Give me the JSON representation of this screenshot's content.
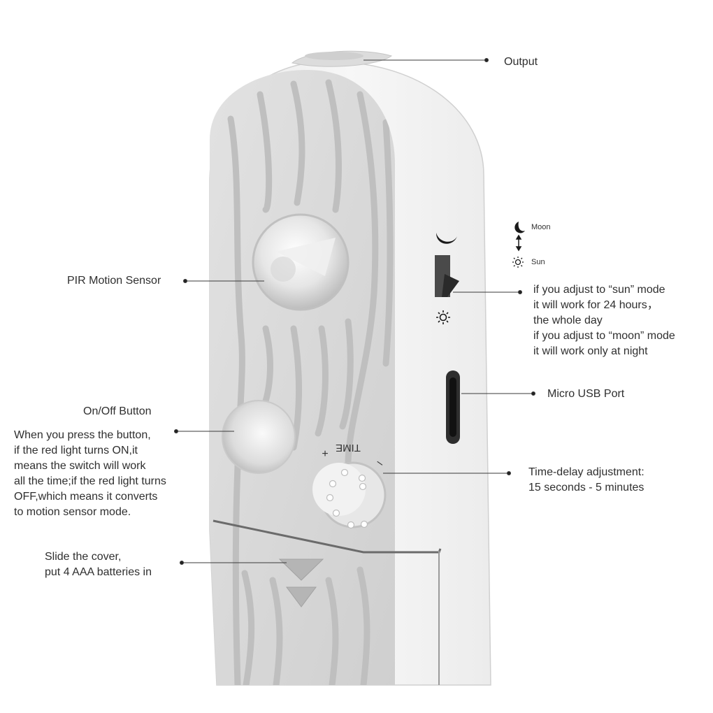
{
  "labels": {
    "output": "Output",
    "pir": "PIR Motion Sensor",
    "switch_lines": [
      "if you adjust to “sun” mode",
      "it will work for 24 hours，",
      "the whole day",
      "if you  adjust to “moon” mode",
      "it will work only at night"
    ],
    "moon": "Moon",
    "sun": "Sun",
    "usb": "Micro USB Port",
    "onoff_title": "On/Off Button",
    "onoff_lines": [
      "When you press the button,",
      "if the red light turns ON,it",
      "means the switch will work",
      "all the time;if the red light turns",
      "OFF,which means it converts",
      "to motion sensor mode."
    ],
    "time_lines": [
      "Time-delay adjustment:",
      "15 seconds - 5 minutes"
    ],
    "cover_lines": [
      "Slide the cover,",
      "put 4 AAA batteries in"
    ],
    "dial_title": "TIME",
    "dial_plus": "+",
    "dial_minus": "–"
  },
  "colors": {
    "body": "#f4f4f4",
    "panel": "#d9d9d9",
    "ridge": "#c4c4c4",
    "line": "#333333"
  },
  "icons": [
    "moon-icon",
    "sun-icon",
    "up-down-arrow-icon"
  ]
}
